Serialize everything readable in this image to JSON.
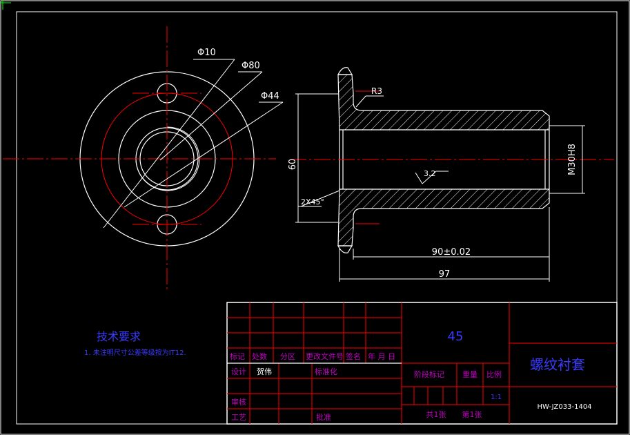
{
  "colors": {
    "background": "#000000",
    "geometry": "#ffffff",
    "centerline": "#ff0000",
    "hatch": "#ffffff",
    "title_block_grid": "#ff0000",
    "tech_text": "#3b3bff",
    "title_text": "#3b3bff",
    "label_text": "#c000c0"
  },
  "dimensions": {
    "hole_dia": "Φ10",
    "pcd_dia": "Φ80",
    "bore_dia": "Φ44",
    "radius": "R3",
    "flange_height": "60",
    "chamfer": "2X45°",
    "roughness": "3.2",
    "thread": "M30H8",
    "length_tol": "90±0.02",
    "length_total": "97"
  },
  "tech_requirements": {
    "heading": "技术要求",
    "item1": "1. 未注明尺寸公差等级按为IT12."
  },
  "title_block": {
    "material": "45",
    "part_name": "螺纹衬套",
    "drawing_no": "HW-JZ033-1404",
    "scale": "1:1",
    "sheets_total": "共1张",
    "sheet_no": "第1张",
    "labels": {
      "mark": "标记",
      "count": "处数",
      "zone": "分区",
      "change_doc": "更改文件号",
      "signature": "签名",
      "date": "年 月 日",
      "design": "设计",
      "designer": "贺伟",
      "standardize": "标准化",
      "stage_mark": "阶段标记",
      "weight": "重量",
      "ratio": "比例",
      "review": "审核",
      "process": "工艺",
      "approve": "批准"
    }
  }
}
